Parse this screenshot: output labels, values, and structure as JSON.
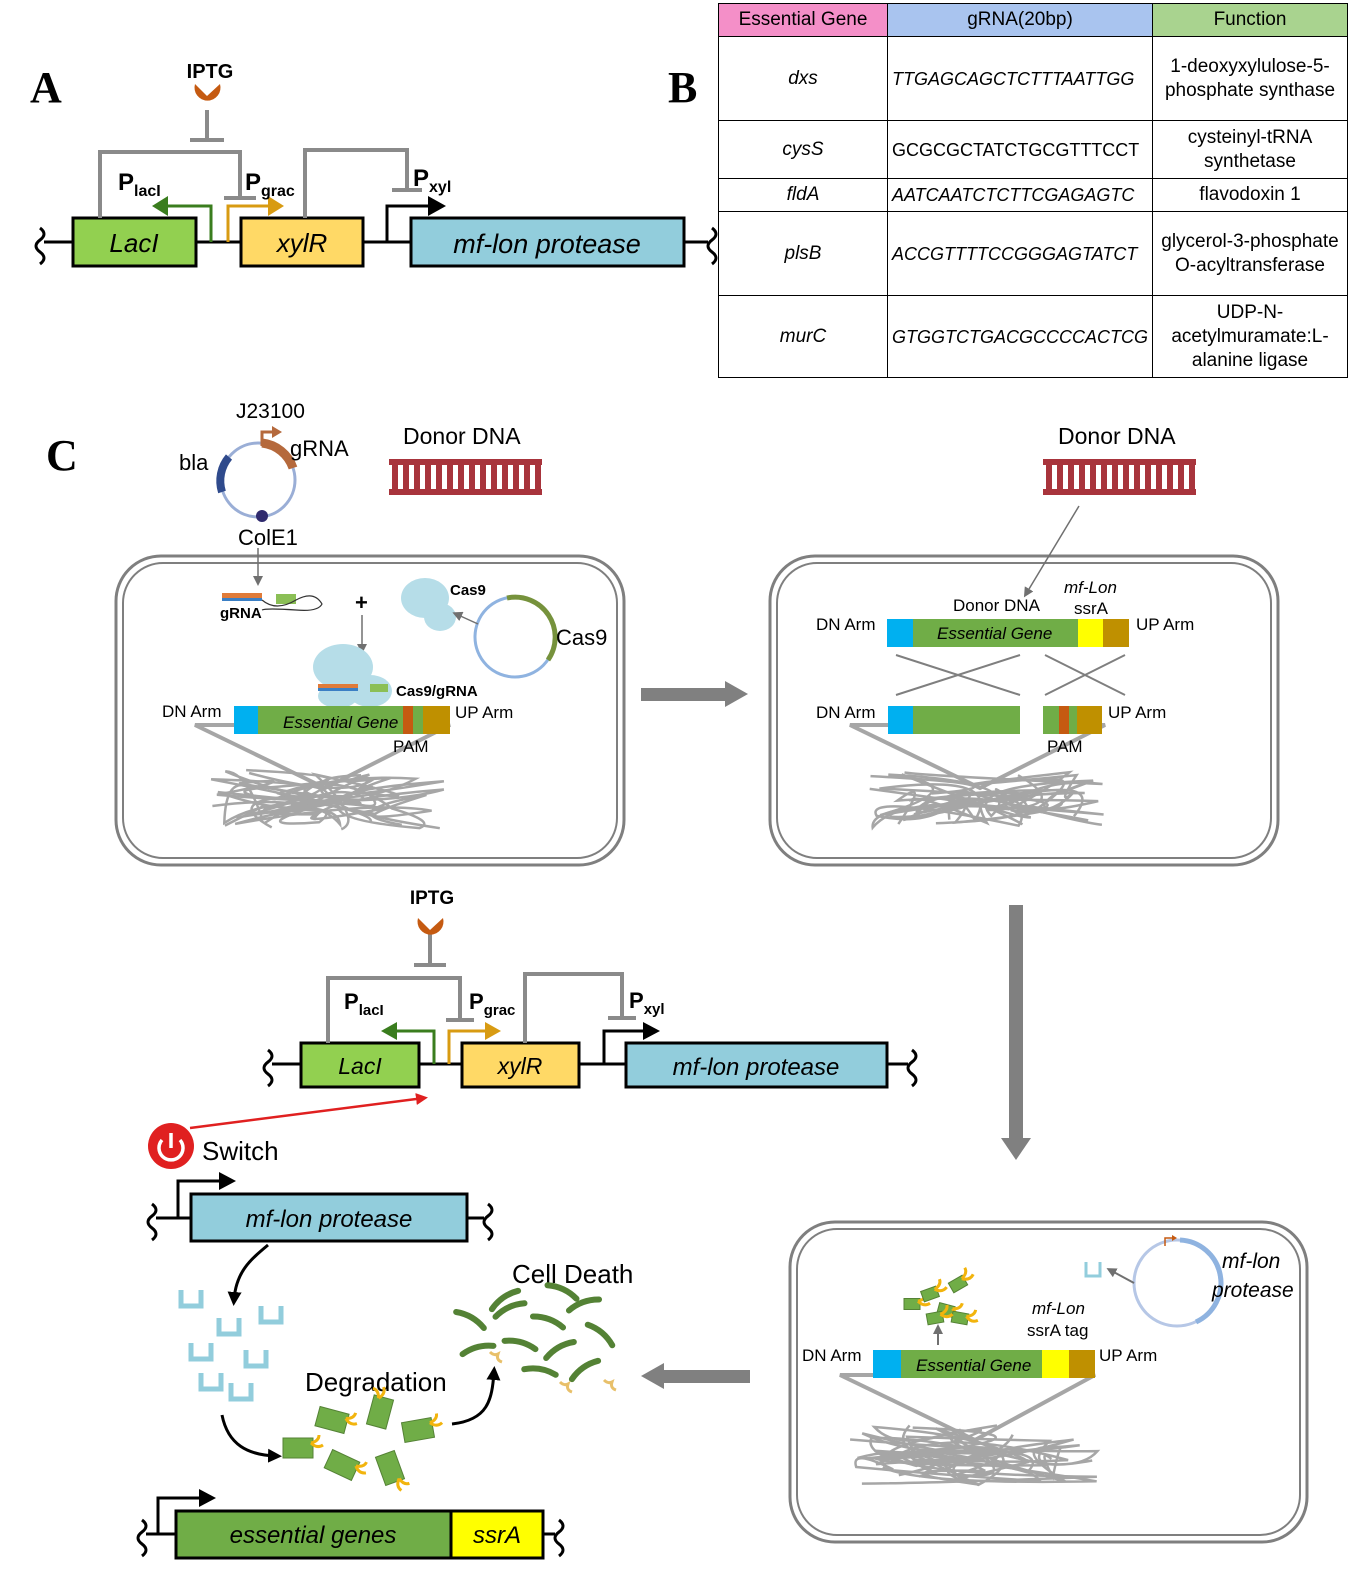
{
  "panel_labels": {
    "a": "A",
    "b": "B",
    "c": "C"
  },
  "circuit": {
    "inducer": "IPTG",
    "promoters": {
      "laci": {
        "base": "P",
        "sub": "lacI"
      },
      "grac": {
        "base": "P",
        "sub": "grac"
      },
      "xyl": {
        "base": "P",
        "sub": "xyl"
      }
    },
    "genes": {
      "laci": "LacI",
      "xylr": "xylR",
      "protease": "mf-lon protease"
    }
  },
  "table": {
    "headers": [
      "Essential Gene",
      "gRNA(20bp)",
      "Function"
    ],
    "header_colors": [
      "#f48fc8",
      "#a9c4ef",
      "#a9d38f"
    ],
    "rows": [
      {
        "gene": "dxs",
        "grna": "TTGAGCAGCTCTTTAATTGG",
        "function": "1-deoxyxylulose-5-phosphate synthase",
        "italic": true
      },
      {
        "gene": "cysS",
        "grna": "GCGCGCTATCTGCGTTTCCT",
        "function": "cysteinyl-tRNA synthetase",
        "italic": false
      },
      {
        "gene": "fldA",
        "grna": "AATCAATCTCTTCGAGAGTC",
        "function": "flavodoxin 1",
        "italic": true
      },
      {
        "gene": "plsB",
        "grna": "ACCGTTTTCCGGGAGTATCT",
        "function": "glycerol-3-phosphate O-acyltransferase",
        "italic": true
      },
      {
        "gene": "murC",
        "grna": "GTGGTCTGACGCCCCACTCG",
        "function": "UDP-N-acetylmuramate:L-alanine ligase",
        "italic": true
      }
    ]
  },
  "plasmid": {
    "promoter": "J23100",
    "grna": "gRNA",
    "marker": "bla",
    "origin": "ColE1"
  },
  "donor": {
    "label": "Donor DNA"
  },
  "cell1": {
    "grna": "gRNA",
    "plus": "+",
    "cas9_protein": "Cas9",
    "cas9_plasmid": "Cas9",
    "complex": "Cas9/gRNA",
    "dn_arm": "DN Arm",
    "gene": "Essential Gene",
    "up_arm": "UP Arm",
    "pam": "PAM"
  },
  "cell2": {
    "donor": "Donor DNA",
    "tag_line1": "mf-Lon",
    "tag_line2": "ssrA",
    "dn_arm": "DN Arm",
    "gene": "Essential Gene",
    "up_arm": "UP Arm",
    "pam": "PAM"
  },
  "cell3": {
    "tag_line1": "mf-Lon",
    "tag_line2": "ssrA tag",
    "dn_arm": "DN Arm",
    "gene": "Essential Gene",
    "up_arm": "UP Arm",
    "plasmid_line1": "mf-lon",
    "plasmid_line2": "protease"
  },
  "mechanism": {
    "switch": "Switch",
    "protease": "mf-lon protease",
    "degradation": "Degradation",
    "death": "Cell Death",
    "essential": "essential genes",
    "ssra": "ssrA"
  },
  "colors": {
    "laci": "#92d050",
    "xylr": "#ffd966",
    "protease": "#92cddc",
    "essential": "#70ad47",
    "ssra": "#ffff00",
    "dn_arm": "#00b0f0",
    "up_arm": "#bf9000",
    "pam": "#c55a11",
    "donor": "#a8343c",
    "switch": "#e02020"
  }
}
